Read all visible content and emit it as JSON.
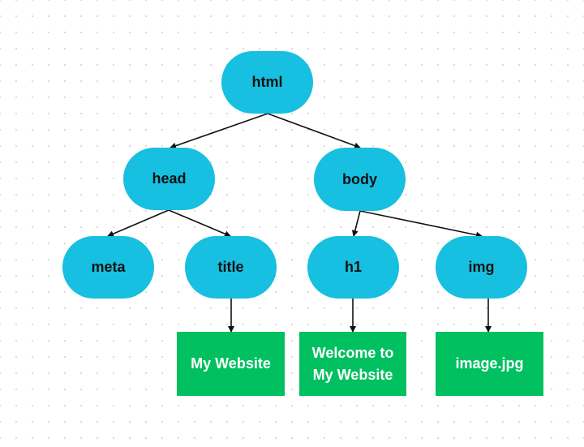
{
  "diagram": {
    "nodes": {
      "html": "html",
      "head": "head",
      "body": "body",
      "meta": "meta",
      "title": "title",
      "h1": "h1",
      "img": "img"
    },
    "leaves": {
      "title_text": "My Website",
      "h1_text_line1": "Welcome to",
      "h1_text_line2": "My Website",
      "img_src": "image.jpg"
    },
    "colors": {
      "element_node": "#17bfe0",
      "text_node": "#00c060",
      "arrow": "#111111"
    }
  }
}
